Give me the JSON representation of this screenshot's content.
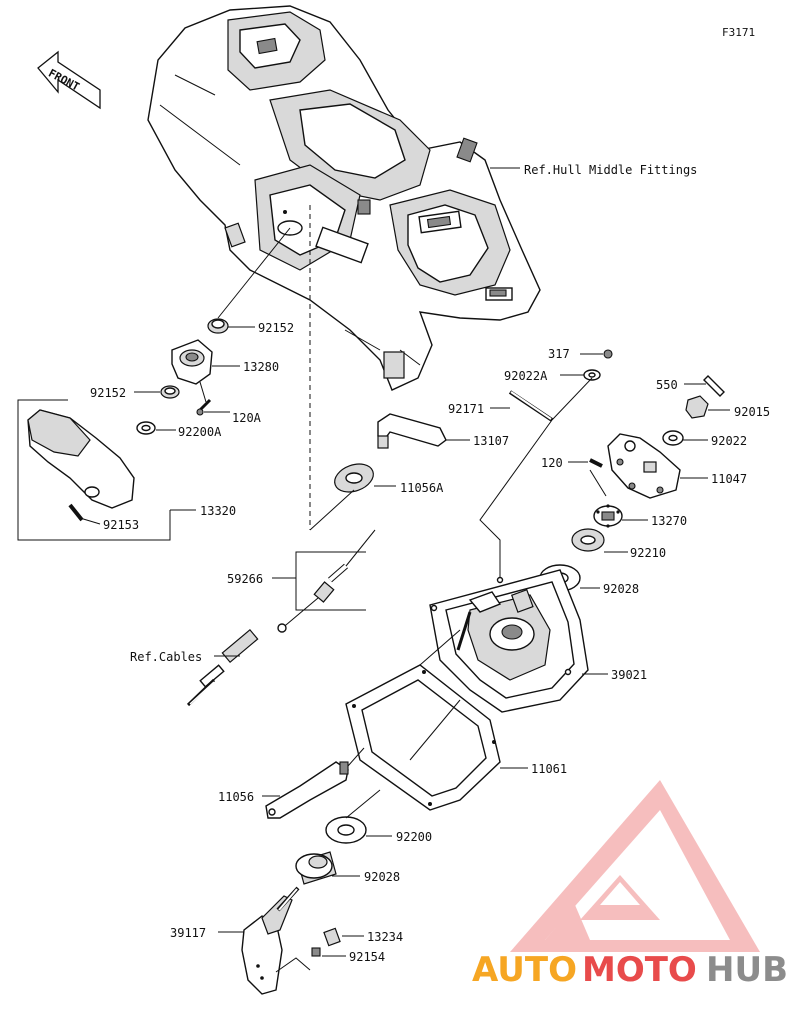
{
  "figure_code": "F3171",
  "front_label": "FRONT",
  "references": {
    "hull": "Ref.Hull Middle Fittings",
    "cables": "Ref.Cables"
  },
  "parts": {
    "p92152_top": "92152",
    "p13280": "13280",
    "p92152_left": "92152",
    "p120A": "120A",
    "p92200A": "92200A",
    "p13320": "13320",
    "p92153": "92153",
    "p13107": "13107",
    "p11056A": "11056A",
    "p59266": "59266",
    "p317": "317",
    "p92022A": "92022A",
    "p92171": "92171",
    "p550": "550",
    "p92015": "92015",
    "p92022": "92022",
    "p120": "120",
    "p11047": "11047",
    "p13270": "13270",
    "p92210": "92210",
    "p92028_upper": "92028",
    "p39021": "39021",
    "p11061": "11061",
    "p11056": "11056",
    "p92200": "92200",
    "p92028_lower": "92028",
    "p39117": "39117",
    "p13234": "13234",
    "p92154": "92154"
  },
  "watermark": {
    "part1": "AUTO",
    "part2": "MOTO",
    "part3": "HUB",
    "colors": {
      "orange": "#f6a623",
      "red": "#e84b4b",
      "gray": "#8c8c8c"
    }
  }
}
